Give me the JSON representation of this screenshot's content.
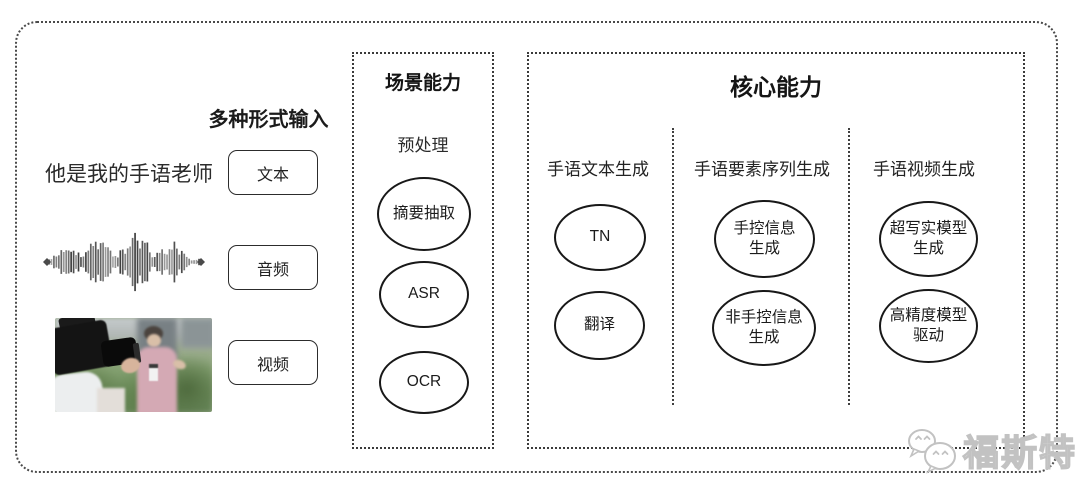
{
  "input_section": {
    "header": "多种形式输入",
    "text_sample": "他是我的手语老师",
    "items": [
      {
        "label": "文本"
      },
      {
        "label": "音频"
      },
      {
        "label": "视频"
      }
    ],
    "icons": {
      "waveform": "audio-waveform-icon",
      "video_thumbnail": "camera-reporter-photo"
    }
  },
  "scene_section": {
    "title": "场景能力",
    "subtitle": "预处理",
    "nodes": [
      "摘要抽取",
      "ASR",
      "OCR"
    ]
  },
  "core_section": {
    "title": "核心能力",
    "columns": [
      {
        "header": "手语文本生成",
        "nodes": [
          "TN",
          "翻译"
        ]
      },
      {
        "header": "手语要素序列生成",
        "nodes": [
          "手控信息\n生成",
          "非手控信息\n生成"
        ]
      },
      {
        "header": "手语视频生成",
        "nodes": [
          "超写实模型\n生成",
          "高精度模型\n驱动"
        ]
      }
    ]
  },
  "watermark": {
    "text": "福斯特",
    "icon": "chat-bubbles-icon"
  },
  "colors": {
    "background": "#ffffff",
    "line": "#3a3a3a",
    "node_stroke": "#181818",
    "watermark": "#c2c2c2"
  }
}
